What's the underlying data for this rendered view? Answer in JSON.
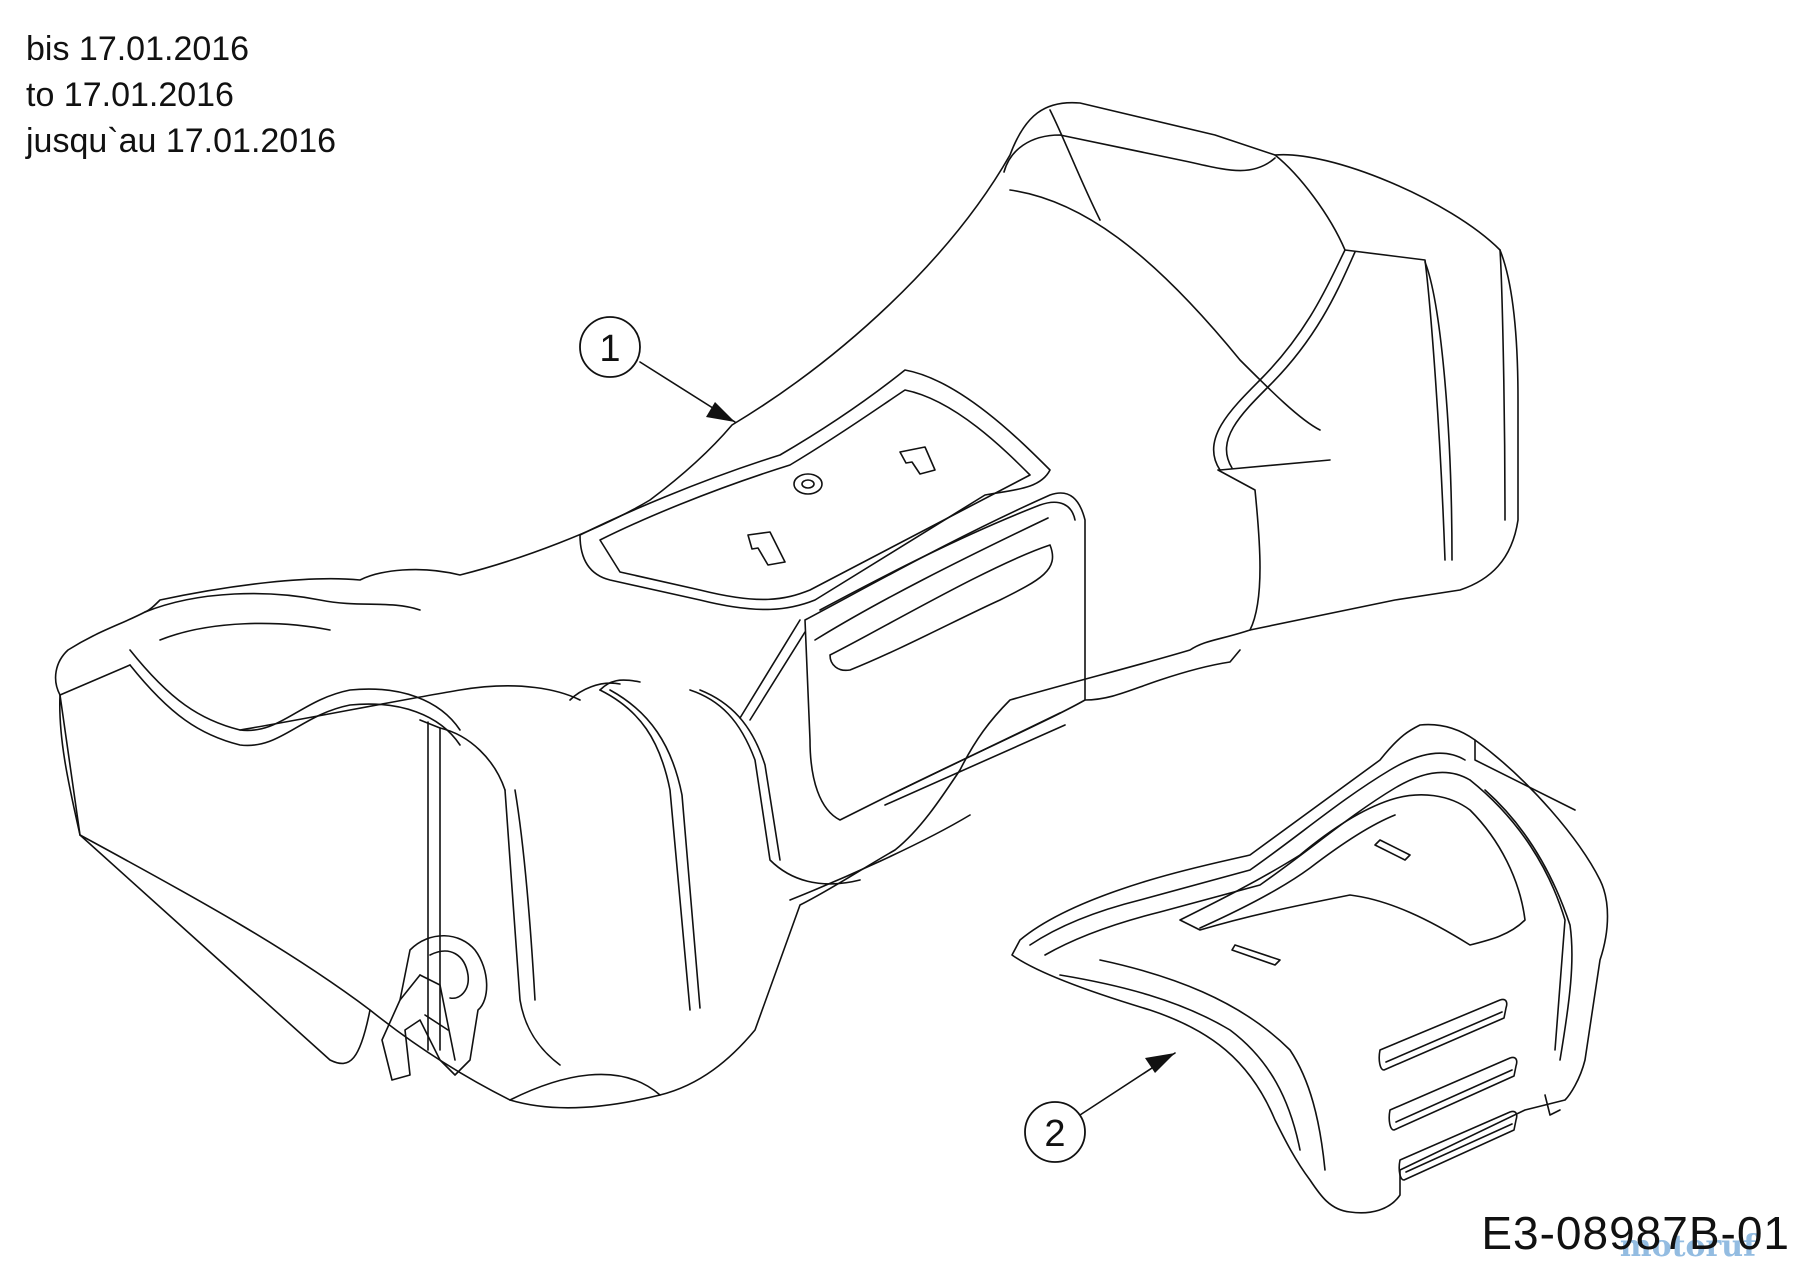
{
  "header": {
    "line_de": "bis 17.01.2016",
    "line_en": "to 17.01.2016",
    "line_fr": "jusqu`au 17.01.2016"
  },
  "callouts": [
    {
      "label": "1"
    },
    {
      "label": "2"
    }
  ],
  "drawing_number": "E3-08987B-01",
  "watermark": "motoruf"
}
